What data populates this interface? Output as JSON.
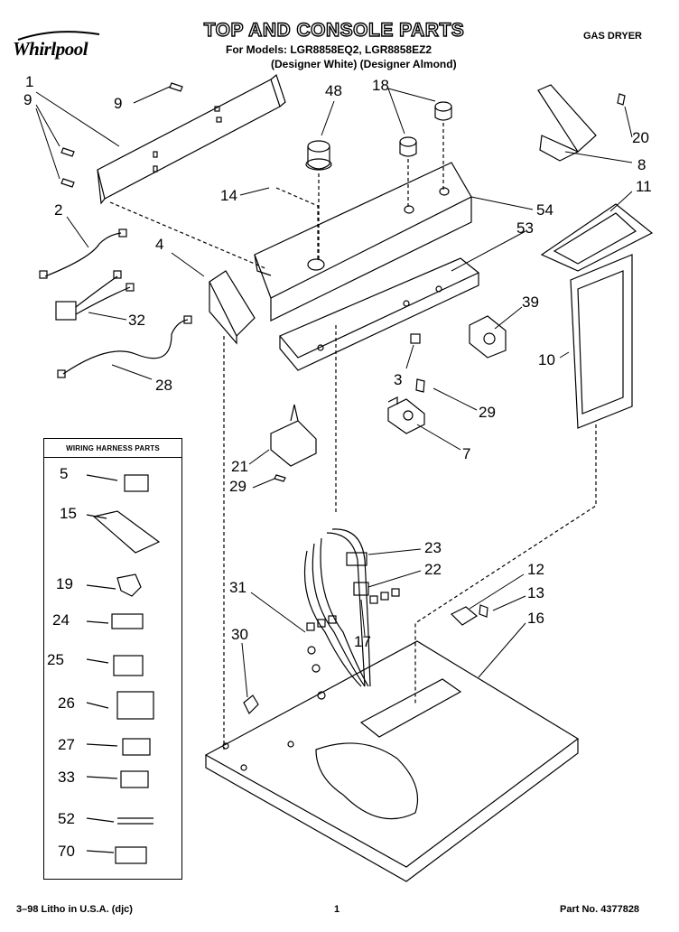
{
  "header": {
    "brand": "Whirlpool",
    "title": "TOP AND CONSOLE PARTS",
    "models_line1": "For Models: LGR8858EQ2, LGR8858EZ2",
    "models_line2": "(Designer White)  (Designer Almond)",
    "category": "GAS DRYER"
  },
  "legend": {
    "title": "WIRING HARNESS PARTS",
    "items": [
      "5",
      "15",
      "19",
      "24",
      "25",
      "26",
      "27",
      "33",
      "52",
      "70"
    ]
  },
  "callouts": [
    "1",
    "9",
    "9",
    "2",
    "4",
    "32",
    "28",
    "48",
    "18",
    "14",
    "54",
    "53",
    "20",
    "8",
    "11",
    "39",
    "10",
    "3",
    "29",
    "7",
    "21",
    "29",
    "23",
    "22",
    "31",
    "17",
    "12",
    "13",
    "16",
    "30"
  ],
  "footer": {
    "left": "3–98 Litho in U.S.A. (djc)",
    "center": "1",
    "right": "Part No. 4377828"
  }
}
